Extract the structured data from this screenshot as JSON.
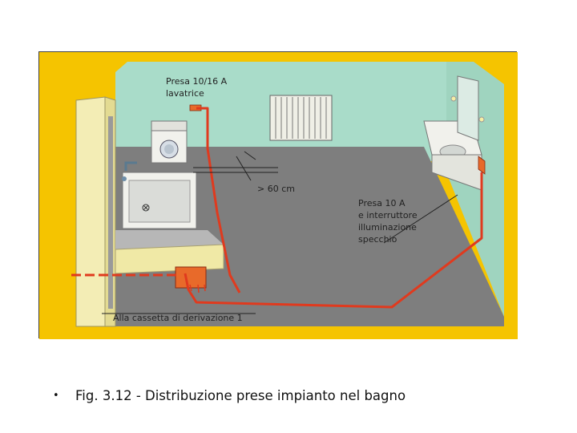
{
  "labels": {
    "socket_washer": [
      "Presa 10/16 A",
      "lavatrice"
    ],
    "distance": "> 60 cm",
    "socket_mirror": [
      "Presa 10 A",
      "e interruttore",
      "illuminazione",
      "specchio"
    ],
    "junction_box": "Alla cassetta di derivazione 1"
  },
  "caption": {
    "bullet": "•",
    "text": "Fig. 3.12 - Distribuzione prese impianto nel bagno"
  },
  "colors": {
    "frame": "#F5C400",
    "wall": "#A9DCC9",
    "floor": "#7E7E7E",
    "wire": "#E03A1E",
    "fixture": "#F1F1EC"
  }
}
